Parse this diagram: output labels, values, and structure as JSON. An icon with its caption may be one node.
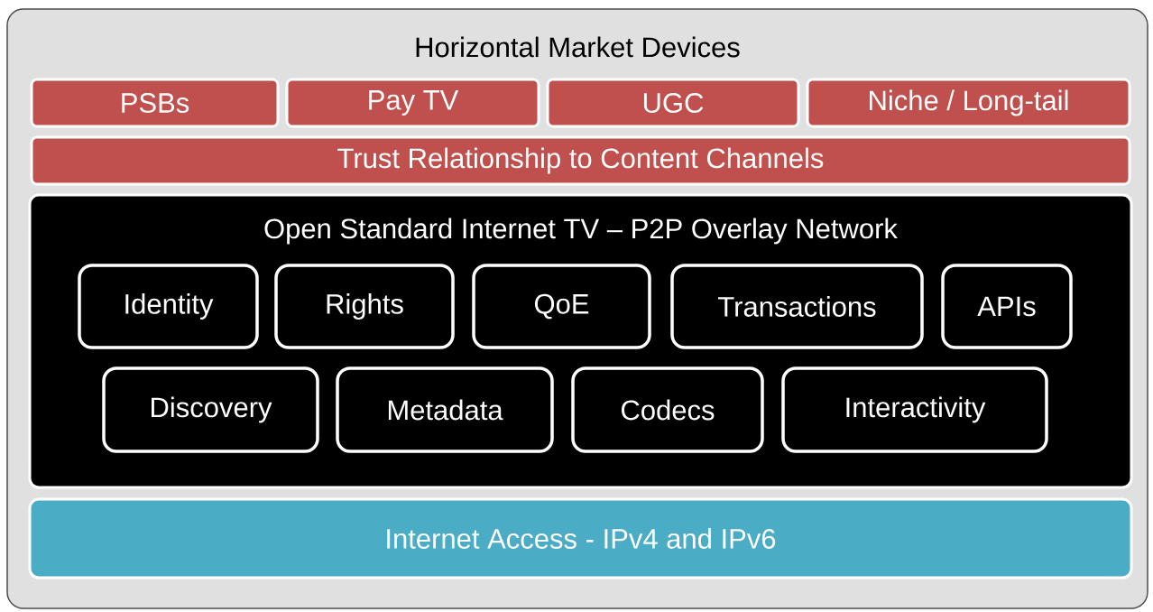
{
  "diagram": {
    "nodes": [
      {
        "text": [
          "Horizontal Market Devices"
        ]
      },
      {
        "text": [
          "PSBs"
        ],
        "in": 0
      },
      {
        "text": [
          "Pay TV"
        ],
        "in": 0
      },
      {
        "text": [
          "UGC"
        ],
        "in": 0
      },
      {
        "text": [
          "Niche / Long-tail"
        ],
        "in": 0
      },
      {
        "text": [
          "Trust Relationship to Content Channels"
        ],
        "in": 0
      },
      {
        "text": [
          "Open Standard Internet TV – P2P Overlay Network"
        ],
        "in": 0
      },
      {
        "text": [
          "Identity"
        ],
        "in": 6
      },
      {
        "text": [
          "Rights"
        ],
        "in": 6
      },
      {
        "text": [
          "QoE"
        ],
        "in": 6
      },
      {
        "text": [
          "Transactions"
        ],
        "in": 6
      },
      {
        "text": [
          "APIs"
        ],
        "in": 6
      },
      {
        "text": [
          "Discovery"
        ],
        "in": 6
      },
      {
        "text": [
          "Metadata"
        ],
        "in": 6
      },
      {
        "text": [
          "Codecs"
        ],
        "in": 6
      },
      {
        "text": [
          "Interactivity"
        ],
        "in": 6
      },
      {
        "text": [
          "Internet Access - IPv4 and IPv6"
        ],
        "in": 0
      }
    ]
  }
}
